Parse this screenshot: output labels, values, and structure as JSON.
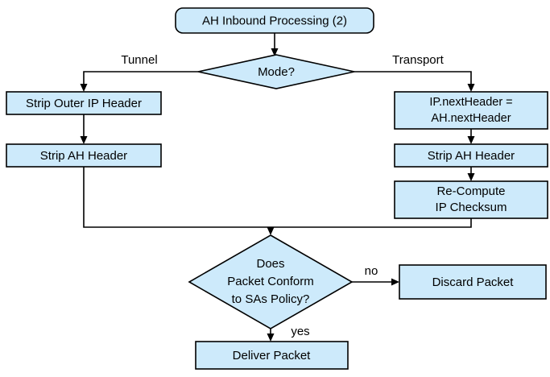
{
  "diagram": {
    "title": "AH Inbound Processing (2)",
    "colors": {
      "node_fill": "#cdeafb",
      "node_stroke": "#000000",
      "background": "#ffffff",
      "text": "#000000"
    },
    "nodes": {
      "start": {
        "label": "AH Inbound Processing (2)",
        "shape": "rounded-rectangle"
      },
      "mode_decision": {
        "label": "Mode?",
        "shape": "diamond"
      },
      "strip_outer_ip_header": {
        "label": "Strip Outer IP Header",
        "shape": "rectangle"
      },
      "strip_ah_header_tunnel": {
        "label": "Strip AH Header",
        "shape": "rectangle"
      },
      "set_next_header": {
        "line1": "IP.nextHeader =",
        "line2": "AH.nextHeader",
        "shape": "rectangle"
      },
      "strip_ah_header_transport": {
        "label": "Strip AH Header",
        "shape": "rectangle"
      },
      "recompute_checksum": {
        "line1": "Re-Compute",
        "line2": "IP Checksum",
        "shape": "rectangle"
      },
      "policy_decision": {
        "line1": "Does",
        "line2": "Packet Conform",
        "line3": "to SAs Policy?",
        "shape": "diamond"
      },
      "discard_packet": {
        "label": "Discard Packet",
        "shape": "rectangle"
      },
      "deliver_packet": {
        "label": "Deliver Packet",
        "shape": "rectangle"
      }
    },
    "edge_labels": {
      "tunnel": "Tunnel",
      "transport": "Transport",
      "no": "no",
      "yes": "yes"
    }
  }
}
